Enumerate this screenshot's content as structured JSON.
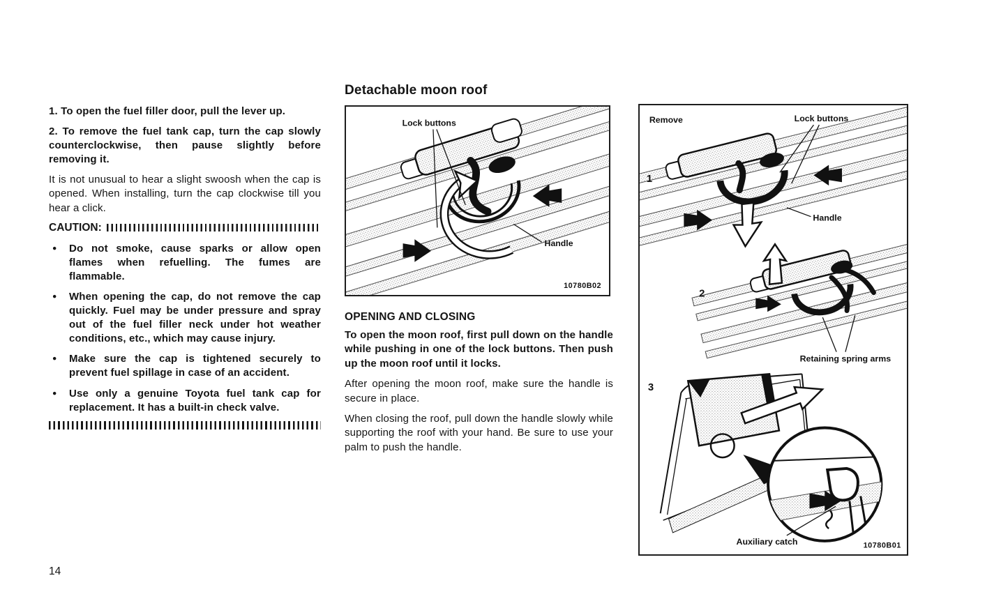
{
  "page": {
    "number": "14"
  },
  "left_column": {
    "step1": "1. To open the fuel filler door, pull the lever up.",
    "step2": "2. To remove the fuel tank cap, turn the cap slowly counterclockwise, then pause slightly before removing it.",
    "note": "It is not unusual to hear a slight swoosh when the cap is opened. When installing, turn the cap clockwise till you hear a click.",
    "caution_label": "CAUTION:",
    "bullets": [
      "Do not smoke, cause sparks or allow open flames when refuelling. The fumes are flammable.",
      "When opening the cap, do not remove the cap quickly. Fuel may be under pressure and spray out of the fuel filler neck under hot weather conditions, etc., which may cause injury.",
      "Make sure the cap is tightened securely to prevent fuel spillage in case of an accident.",
      "Use only a genuine Toyota fuel tank cap for replacement. It has a built-in check valve."
    ]
  },
  "moonroof": {
    "heading": "Detachable moon roof",
    "figure_top": {
      "lock_buttons": "Lock buttons",
      "handle": "Handle",
      "code": "10780B02"
    },
    "opening_heading": "OPENING AND CLOSING",
    "para_open": "To open the moon roof, first pull down on the handle while pushing in one of the lock buttons. Then push up the moon roof until it locks.",
    "para_after": "After opening the moon roof, make sure the handle is secure in place.",
    "para_close": "When closing the roof, pull down the handle slowly while supporting the roof with your hand. Be sure to use your palm to push the handle."
  },
  "removal_figure": {
    "remove": "Remove",
    "lock_buttons": "Lock buttons",
    "step1": "1",
    "handle": "Handle",
    "step2": "2",
    "retaining": "Retaining spring arms",
    "step3": "3",
    "auxiliary": "Auxiliary catch",
    "code": "10780B01"
  }
}
